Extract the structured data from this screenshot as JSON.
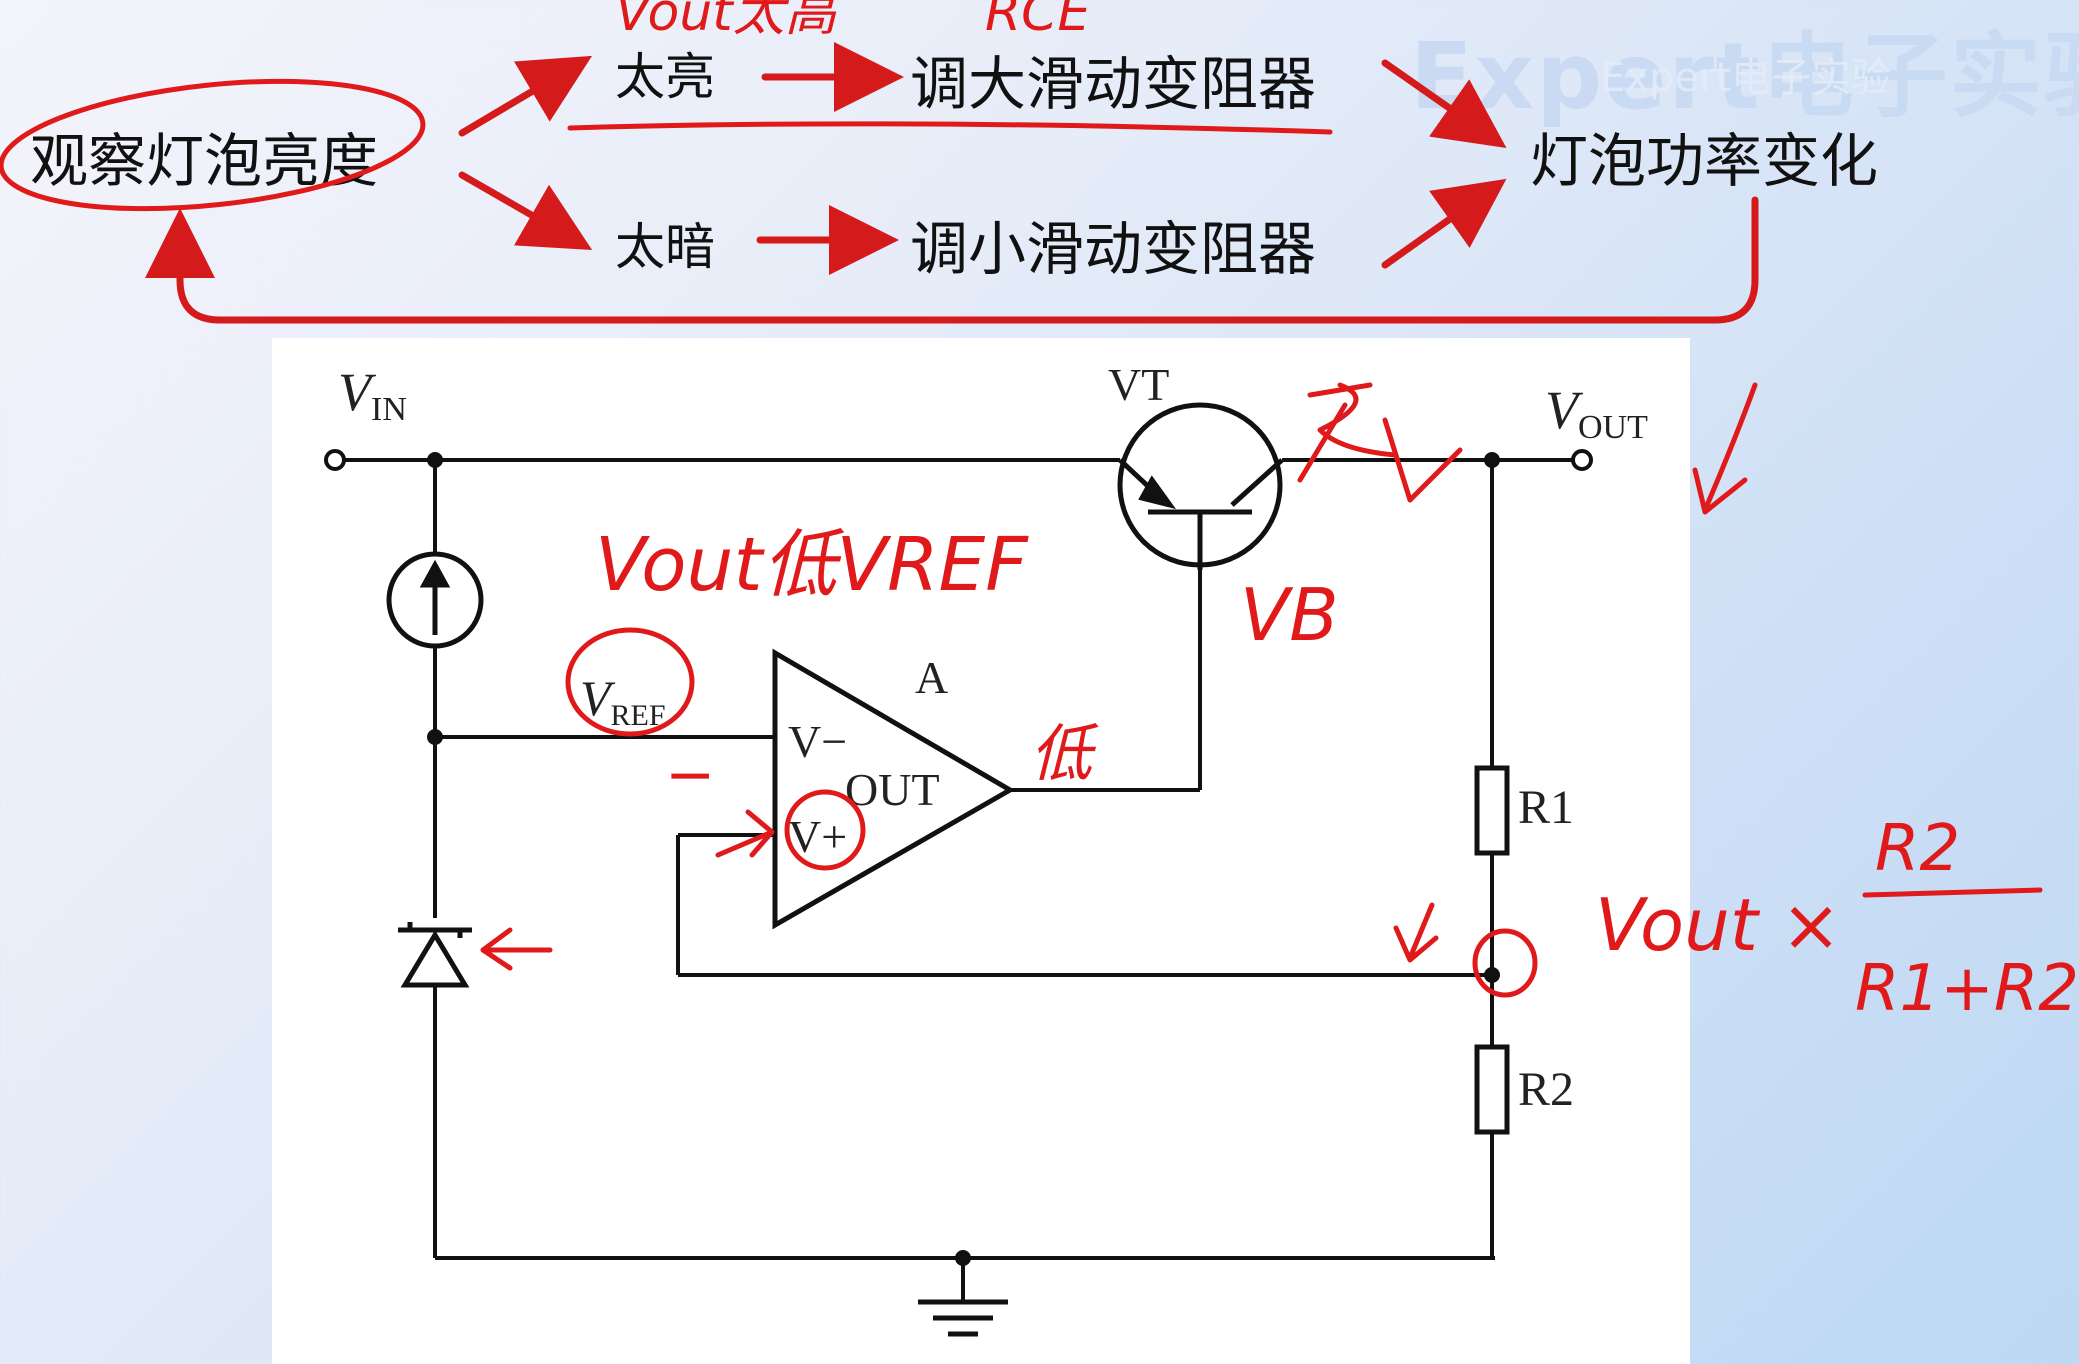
{
  "watermark": "Expert电子实验",
  "flowchart": {
    "observe": "观察灯泡亮度",
    "too_bright": "太亮",
    "too_dark": "太暗",
    "increase_rheostat": "调大滑动变阻器",
    "decrease_rheostat": "调小滑动变阻器",
    "power_change": "灯泡功率变化"
  },
  "circuit": {
    "vin_main": "V",
    "vin_sub": "IN",
    "vout_main": "V",
    "vout_sub": "OUT",
    "transistor": "VT",
    "opamp": "A",
    "vref_main": "V",
    "vref_sub": "REF",
    "v_minus": "V−",
    "v_plus": "V+",
    "out": "OUT",
    "r1": "R1",
    "r2": "R2"
  },
  "annotations": {
    "vout_high": "Vout太高",
    "rce": "RCE",
    "vout_vref": "Vout低VREF",
    "low": "低",
    "vb": "VB",
    "minus_sign": "−",
    "vout_times": "Vout ×",
    "frac_num": "R2",
    "frac_den": "R1+R2"
  },
  "colors": {
    "accent": "#e01a1a",
    "ink": "#111111",
    "background": "#dfe8f7"
  }
}
